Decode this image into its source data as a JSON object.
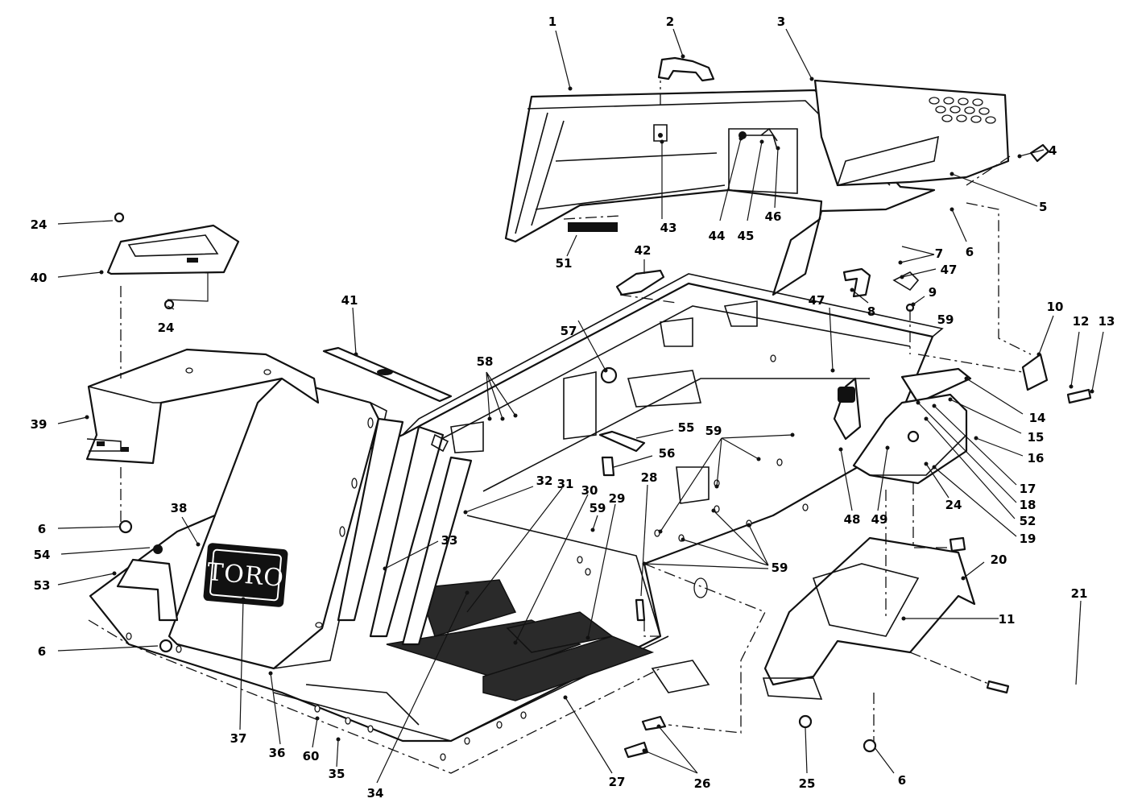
{
  "logo_text": "TORO",
  "labels": [
    {
      "id": "l1",
      "text": "1"
    },
    {
      "id": "l2",
      "text": "2"
    },
    {
      "id": "l3",
      "text": "3"
    },
    {
      "id": "l4",
      "text": "4"
    },
    {
      "id": "l5",
      "text": "5"
    },
    {
      "id": "l6a",
      "text": "6"
    },
    {
      "id": "l7",
      "text": "7"
    },
    {
      "id": "l47a",
      "text": "47"
    },
    {
      "id": "l8",
      "text": "8"
    },
    {
      "id": "l9",
      "text": "9"
    },
    {
      "id": "l10",
      "text": "10"
    },
    {
      "id": "l12",
      "text": "12"
    },
    {
      "id": "l13",
      "text": "13"
    },
    {
      "id": "l14",
      "text": "14"
    },
    {
      "id": "l15",
      "text": "15"
    },
    {
      "id": "l16",
      "text": "16"
    },
    {
      "id": "l17",
      "text": "17"
    },
    {
      "id": "l18",
      "text": "18"
    },
    {
      "id": "l52",
      "text": "52"
    },
    {
      "id": "l19",
      "text": "19"
    },
    {
      "id": "l24c",
      "text": "24"
    },
    {
      "id": "l20",
      "text": "20"
    },
    {
      "id": "l21",
      "text": "21"
    },
    {
      "id": "l11",
      "text": "11"
    },
    {
      "id": "l6d",
      "text": "6"
    },
    {
      "id": "l25",
      "text": "25"
    },
    {
      "id": "l26",
      "text": "26"
    },
    {
      "id": "l27",
      "text": "27"
    },
    {
      "id": "l34",
      "text": "34"
    },
    {
      "id": "l35",
      "text": "35"
    },
    {
      "id": "l60",
      "text": "60"
    },
    {
      "id": "l36",
      "text": "36"
    },
    {
      "id": "l37",
      "text": "37"
    },
    {
      "id": "l6c",
      "text": "6"
    },
    {
      "id": "l53",
      "text": "53"
    },
    {
      "id": "l54",
      "text": "54"
    },
    {
      "id": "l38",
      "text": "38"
    },
    {
      "id": "l6b",
      "text": "6"
    },
    {
      "id": "l39",
      "text": "39"
    },
    {
      "id": "l40",
      "text": "40"
    },
    {
      "id": "l24a",
      "text": "24"
    },
    {
      "id": "l24b",
      "text": "24"
    },
    {
      "id": "l41",
      "text": "41"
    },
    {
      "id": "l42",
      "text": "42"
    },
    {
      "id": "l51",
      "text": "51"
    },
    {
      "id": "l43",
      "text": "43"
    },
    {
      "id": "l44",
      "text": "44"
    },
    {
      "id": "l45",
      "text": "45"
    },
    {
      "id": "l46",
      "text": "46"
    },
    {
      "id": "l57",
      "text": "57"
    },
    {
      "id": "l58",
      "text": "58"
    },
    {
      "id": "l55",
      "text": "55"
    },
    {
      "id": "l56",
      "text": "56"
    },
    {
      "id": "l32",
      "text": "32"
    },
    {
      "id": "l31",
      "text": "31"
    },
    {
      "id": "l30",
      "text": "30"
    },
    {
      "id": "l29",
      "text": "29"
    },
    {
      "id": "l33",
      "text": "33"
    },
    {
      "id": "l59a",
      "text": "59"
    },
    {
      "id": "l28",
      "text": "28"
    },
    {
      "id": "l59b",
      "text": "59"
    },
    {
      "id": "l59c",
      "text": "59"
    },
    {
      "id": "l59d",
      "text": "59"
    },
    {
      "id": "l47b",
      "text": "47"
    },
    {
      "id": "l48",
      "text": "48"
    },
    {
      "id": "l49",
      "text": "49"
    }
  ]
}
